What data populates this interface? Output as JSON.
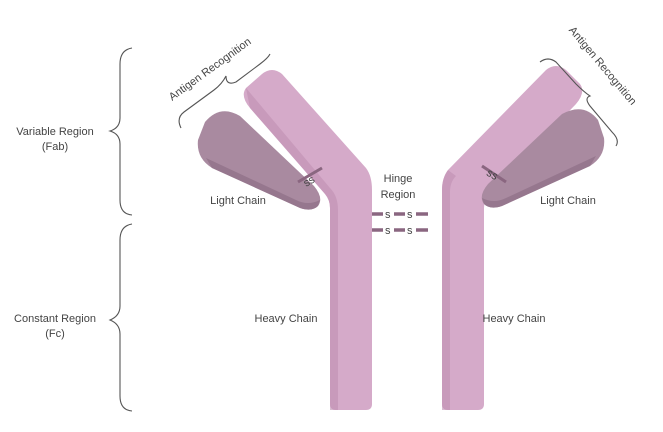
{
  "labels": {
    "variable_region": "Variable Region",
    "variable_region_sub": "(Fab)",
    "constant_region": "Constant Region",
    "constant_region_sub": "(Fc)",
    "antigen_recognition_left": "Antigen Recognition",
    "antigen_recognition_right": "Antigen Recognition",
    "light_chain_left": "Light Chain",
    "light_chain_right": "Light Chain",
    "heavy_chain_left": "Heavy Chain",
    "heavy_chain_right": "Heavy Chain",
    "hinge_line1": "Hinge",
    "hinge_line2": "Region",
    "bond_s": "s",
    "bond_ss": "ss"
  },
  "colors": {
    "heavy_chain": "#d5aac9",
    "heavy_shadow": "#bf8fb2",
    "light_chain": "#a98aa0",
    "light_shadow": "#8f6f86",
    "bond": "#8a6680"
  }
}
